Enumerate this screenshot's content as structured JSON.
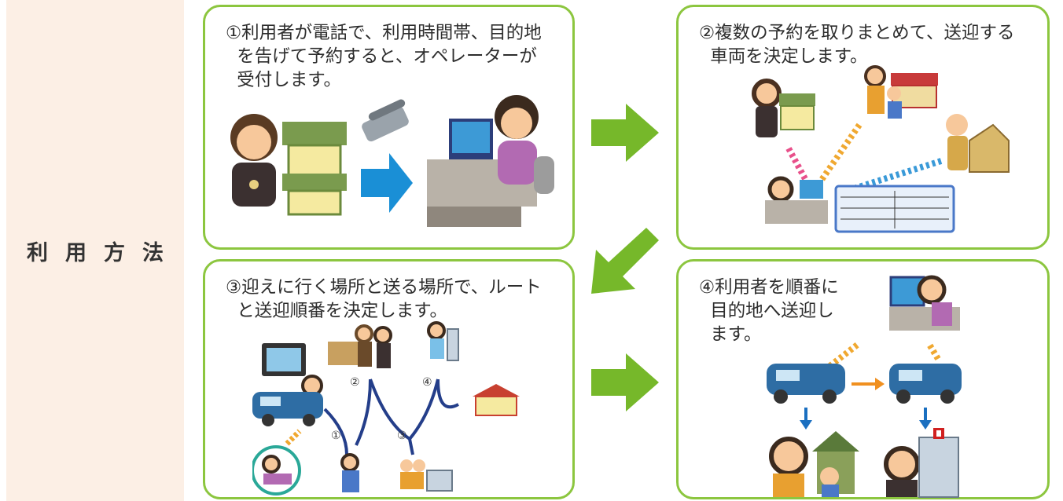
{
  "side_label": "利用方法",
  "steps": [
    {
      "text": "①利用者が電話で、利用時間帯、目的地\n  を告げて予約すると、オペレーターが\n  受付します。"
    },
    {
      "text": "②複数の予約を取りまとめて、送迎する\n  車両を決定します。"
    },
    {
      "text": "③迎えに行く場所と送る場所で、ルート\n  と送迎順番を決定します。"
    },
    {
      "text": "④利用者を順番に\n  目的地へ送迎し\n  ます。"
    }
  ],
  "route_labels": [
    "①",
    "②",
    "③",
    "④"
  ],
  "colors": {
    "card_border": "#8cc63f",
    "flow_arrow": "#76b82a",
    "side_bg": "#fcefe5",
    "blue_arrow": "#1a8fd6",
    "van": "#2e6da4"
  }
}
